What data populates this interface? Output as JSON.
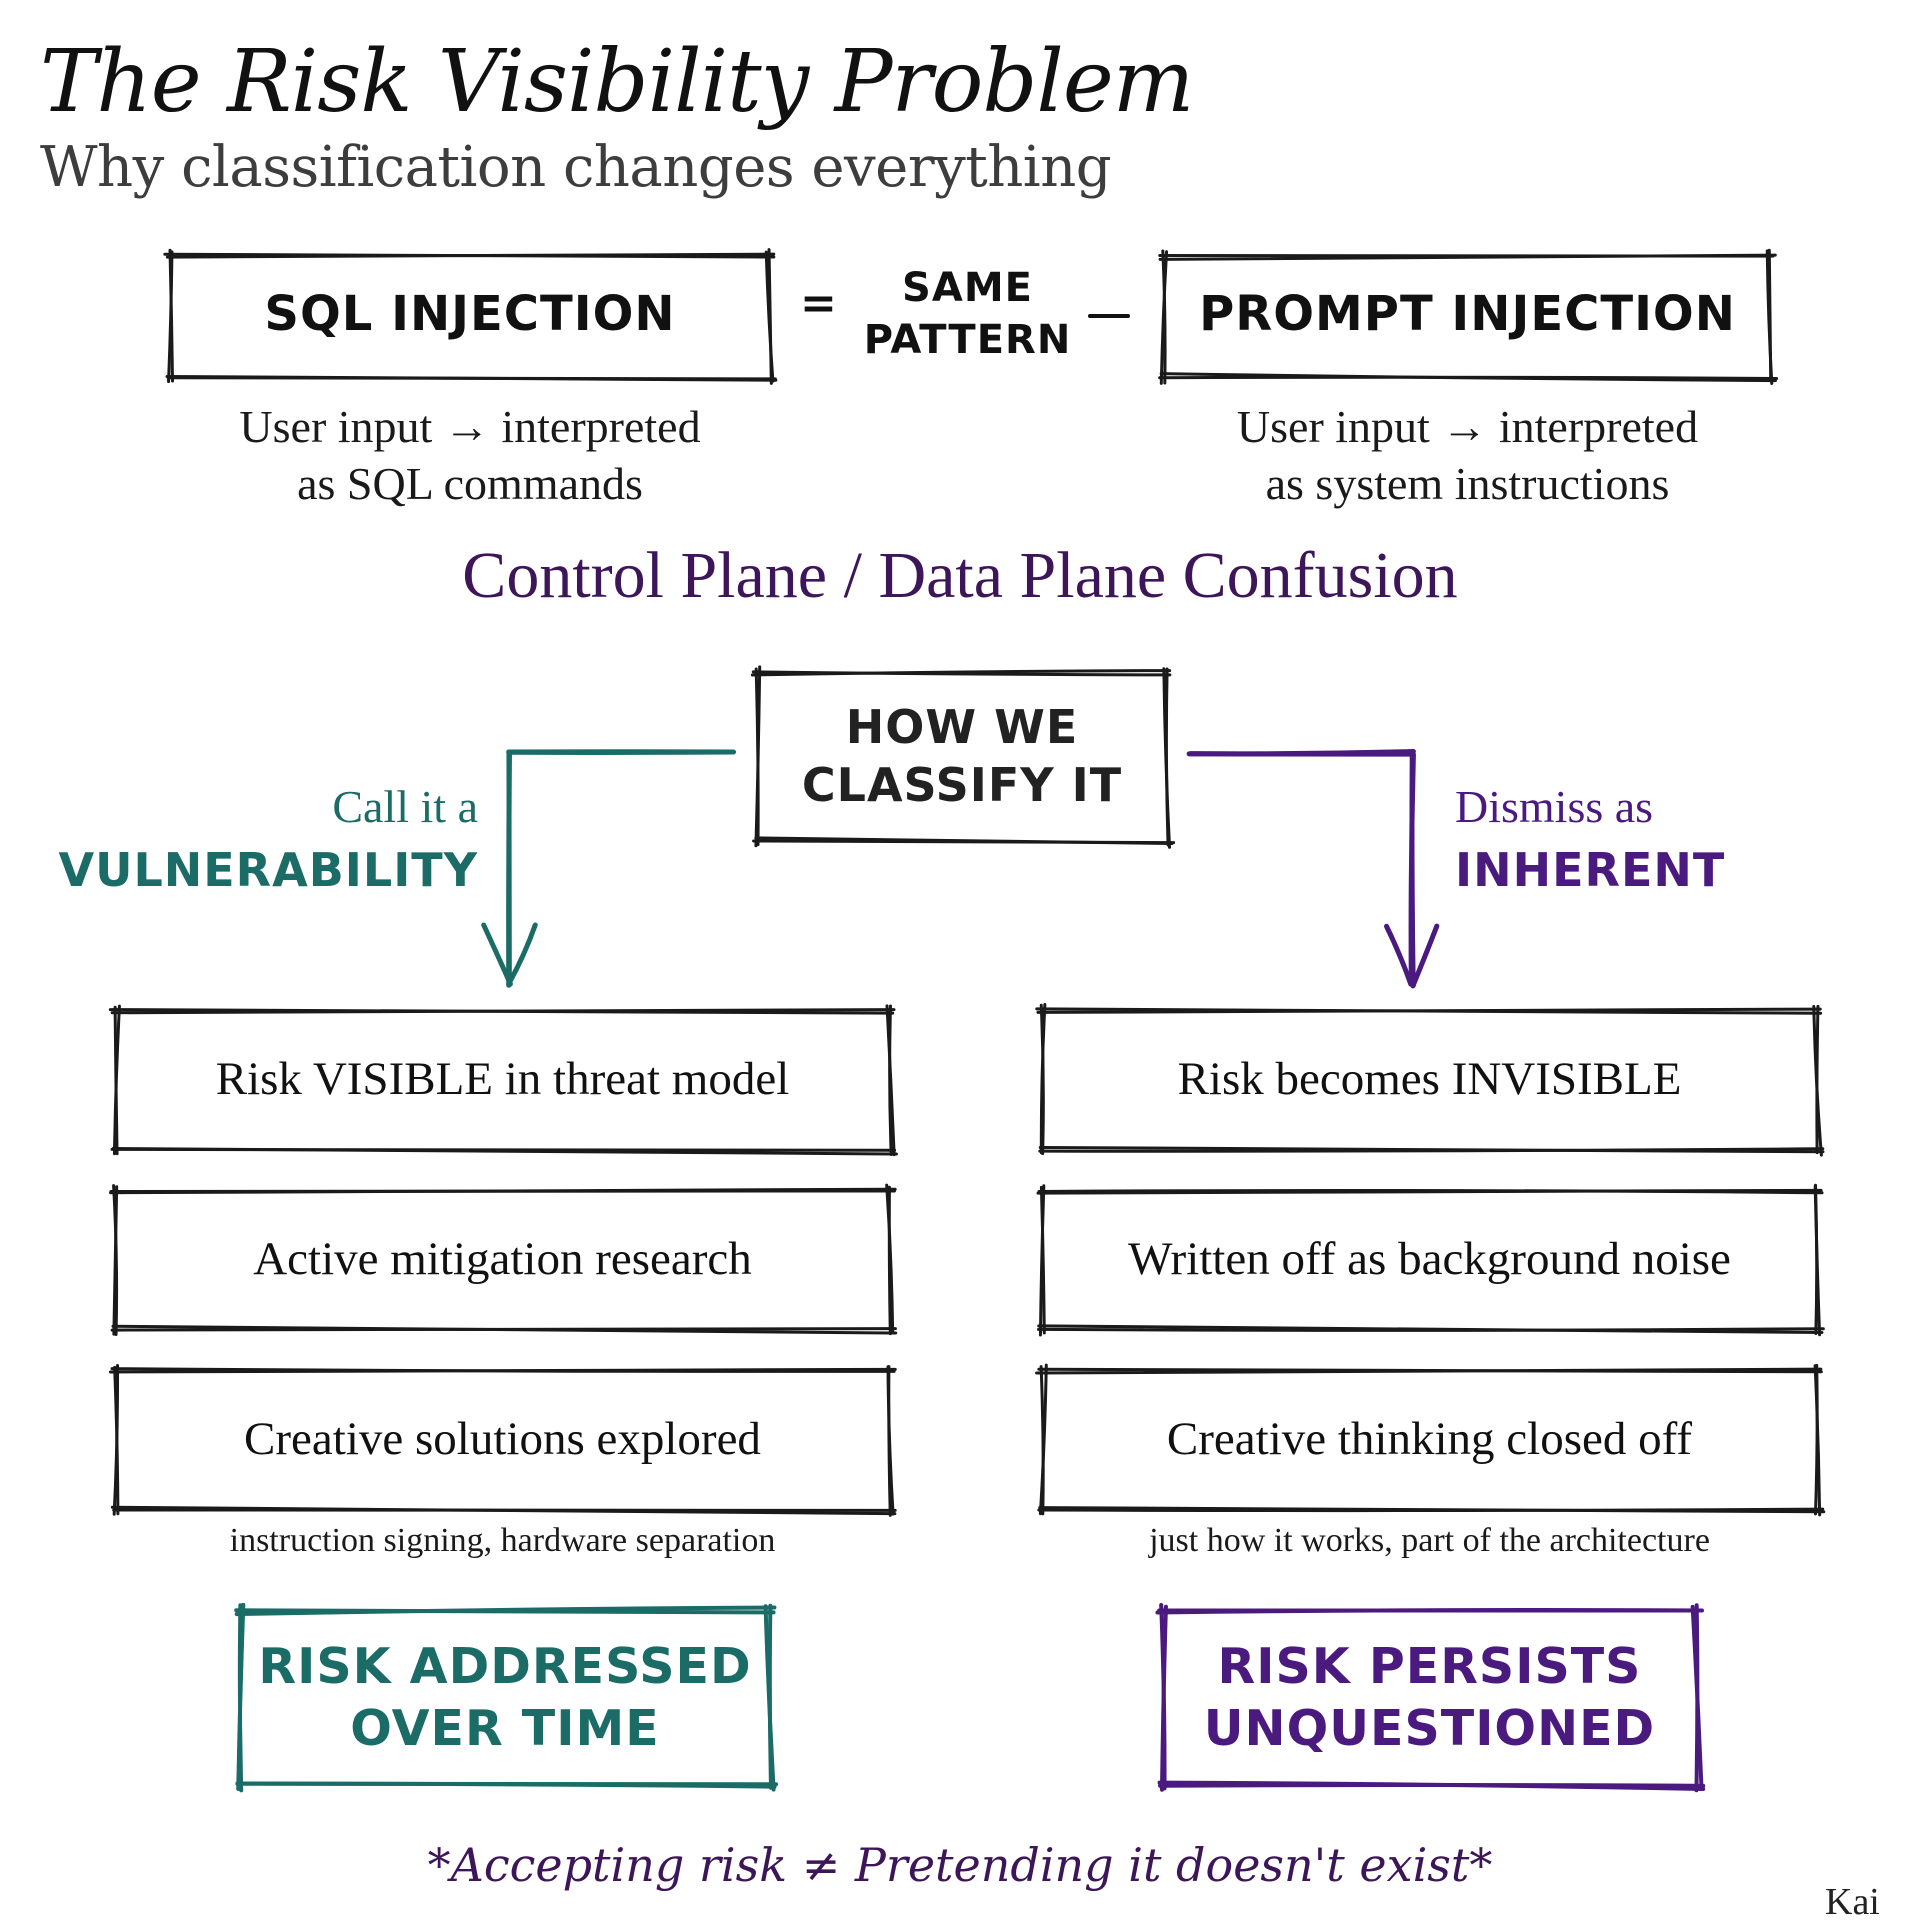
{
  "header": {
    "title": "The Risk Visibility Problem",
    "subtitle": "Why classification changes everything"
  },
  "comparison": {
    "left": {
      "label": "SQL INJECTION",
      "caption_line1": "User input → interpreted",
      "caption_line2": "as SQL commands"
    },
    "connector": {
      "equals_symbol": "=",
      "line1": "SAME",
      "line2": "PATTERN",
      "dash_symbol": "—"
    },
    "right": {
      "label": "PROMPT INJECTION",
      "caption_line1": "User input → interpreted",
      "caption_line2": "as system instructions"
    }
  },
  "section_header": "Control Plane / Data Plane Confusion",
  "decision": {
    "line1": "HOW WE",
    "line2": "CLASSIFY IT"
  },
  "branches": {
    "left": {
      "prefix": "Call it a",
      "keyword": "VULNERABILITY",
      "color": "#1b6b66",
      "items": [
        "Risk VISIBLE in threat model",
        "Active mitigation research",
        "Creative solutions explored"
      ],
      "note": "instruction signing, hardware separation",
      "result_line1": "RISK ADDRESSED",
      "result_line2": "OVER TIME"
    },
    "right": {
      "prefix": "Dismiss as",
      "keyword": "INHERENT",
      "color": "#4a1a7f",
      "items": [
        "Risk becomes INVISIBLE",
        "Written off as background noise",
        "Creative thinking closed off"
      ],
      "note": "just how it works, part of the architecture",
      "result_line1": "RISK PERSISTS",
      "result_line2": "UNQUESTIONED"
    }
  },
  "footer": {
    "quote": "*Accepting risk ≠ Pretending it doesn't exist*",
    "signature": "Kai"
  }
}
